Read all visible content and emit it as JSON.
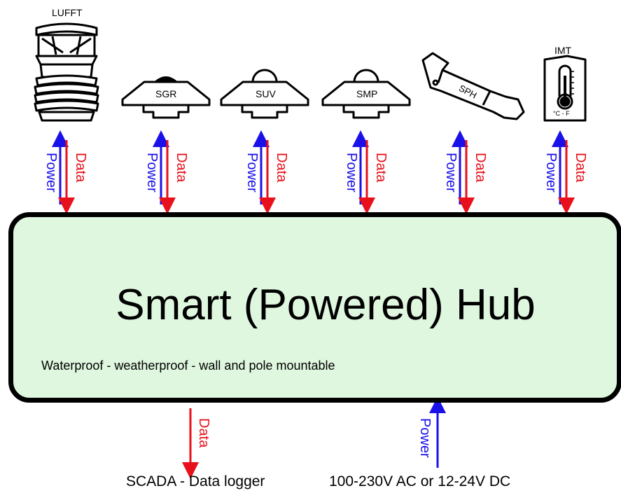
{
  "colors": {
    "power": "#1a10e8",
    "data": "#e8101a",
    "hub_fill": "#dff7df",
    "hub_border": "#000000"
  },
  "sensors": [
    {
      "name": "LUFFT",
      "icon": "anemometer-icon",
      "power_label": "Power",
      "data_label": "Data"
    },
    {
      "name": "SGR",
      "icon": "pyranometer-icon",
      "power_label": "Power",
      "data_label": "Data"
    },
    {
      "name": "SUV",
      "icon": "uv-sensor-icon",
      "power_label": "Power",
      "data_label": "Data"
    },
    {
      "name": "SMP",
      "icon": "pyranometer-icon",
      "power_label": "Power",
      "data_label": "Data"
    },
    {
      "name": "SPH",
      "icon": "probe-icon",
      "power_label": "Power",
      "data_label": "Data"
    },
    {
      "name": "IMT",
      "icon": "thermometer-icon",
      "power_label": "Power",
      "data_label": "Data",
      "unit_text": "°C - F"
    }
  ],
  "hub": {
    "title": "Smart (Powered) Hub",
    "subtitle": "Waterproof - weatherproof - wall and pole mountable"
  },
  "outputs": {
    "data": {
      "label": "Data",
      "destination": "SCADA - Data logger"
    },
    "power": {
      "label": "Power",
      "source": "100-230V AC or 12-24V DC"
    }
  }
}
